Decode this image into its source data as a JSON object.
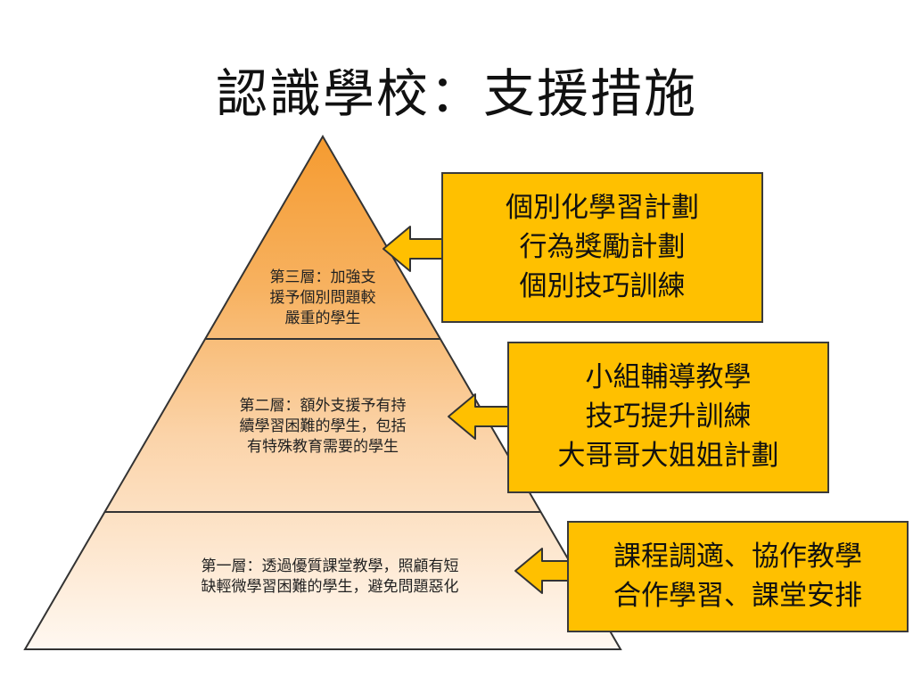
{
  "title": "認識學校：支援措施",
  "tiers": [
    {
      "lines": [
        "第三層：加強支",
        "援予個別問題較",
        "嚴重的學生"
      ]
    },
    {
      "lines": [
        "第二層：額外支援予有持",
        "續學習困難的學生，包括",
        "有特殊教育需要的學生"
      ]
    },
    {
      "lines": [
        "第一層：透過優質課堂教學，照顧有短",
        "缺輕微學習困難的學生，避免問題惡化"
      ]
    }
  ],
  "callouts": [
    {
      "lines": [
        "個別化學習計劃",
        "行為獎勵計劃",
        "個別技巧訓練"
      ]
    },
    {
      "lines": [
        "小組輔導教學",
        "技巧提升訓練",
        "大哥哥大姐姐計劃"
      ]
    },
    {
      "lines": [
        "課程調適、協作教學",
        "合作學習、課堂安排"
      ]
    }
  ],
  "colors": {
    "callout_fill": "#ffc000",
    "tier_top": "#f7a543",
    "tier_middle": "#fbc98f",
    "tier_bottom": "#fdeee0"
  }
}
